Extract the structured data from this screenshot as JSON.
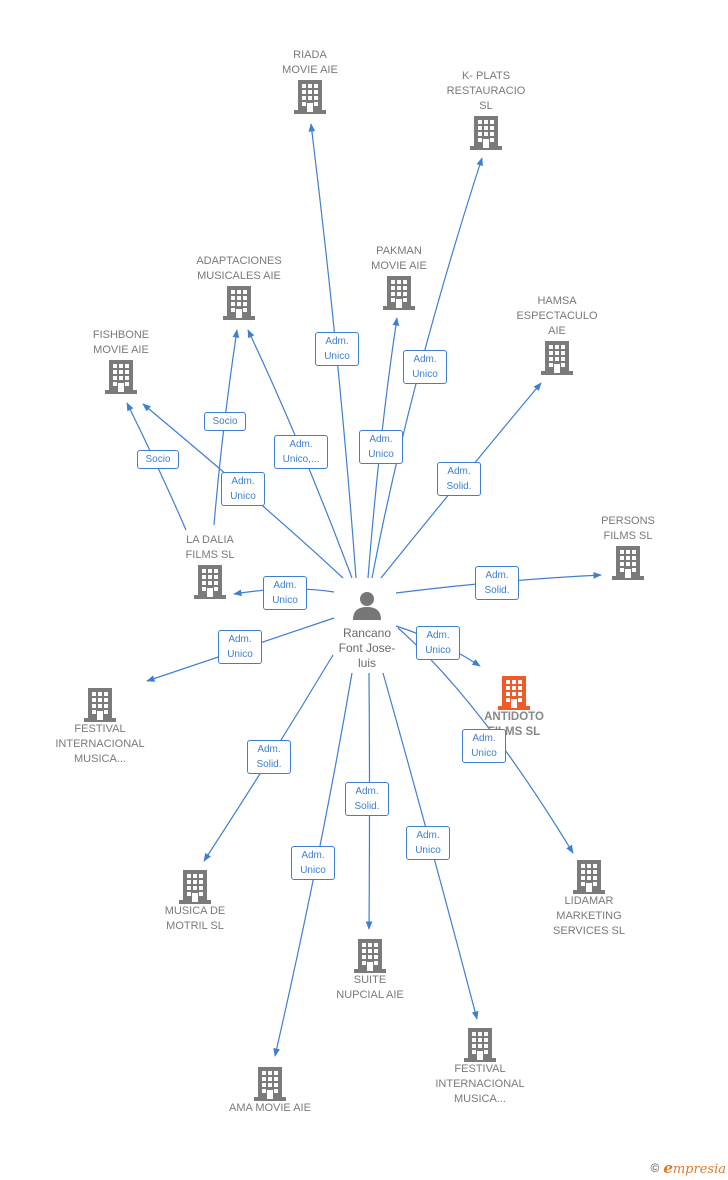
{
  "center": {
    "label": "Rancano\nFont Jose-\nluis"
  },
  "companies": [
    {
      "id": "riada",
      "label": "RIADA\nMOVIE AIE"
    },
    {
      "id": "kplats",
      "label": "K- PLATS\nRESTAURACIO\nSL"
    },
    {
      "id": "adaptaciones",
      "label": "ADAPTACIONES\nMUSICALES AIE"
    },
    {
      "id": "pakman",
      "label": "PAKMAN\nMOVIE AIE"
    },
    {
      "id": "hamsa",
      "label": "HAMSA\nESPECTACULO\nAIE"
    },
    {
      "id": "fishbone",
      "label": "FISHBONE\nMOVIE AIE"
    },
    {
      "id": "ladalia",
      "label": "LA DALIA\nFILMS  SL"
    },
    {
      "id": "persons",
      "label": "PERSONS\nFILMS  SL"
    },
    {
      "id": "antidoto",
      "label": "ANTIDOTO\nFILMS  SL"
    },
    {
      "id": "festival1",
      "label": "FESTIVAL\nINTERNACIONAL\nMUSICA..."
    },
    {
      "id": "lidamar",
      "label": "LIDAMAR\nMARKETING\nSERVICES  SL"
    },
    {
      "id": "musicamotril",
      "label": "MUSICA DE\nMOTRIL  SL"
    },
    {
      "id": "suite",
      "label": "SUITE\nNUPCIAL  AIE"
    },
    {
      "id": "festival2",
      "label": "FESTIVAL\nINTERNACIONAL\nMUSICA..."
    },
    {
      "id": "ama",
      "label": "AMA MOVIE  AIE"
    }
  ],
  "relations": [
    {
      "id": "r-riada",
      "label": "Adm.\nUnico"
    },
    {
      "id": "r-kplats",
      "label": "Adm.\nUnico"
    },
    {
      "id": "r-adaptaciones",
      "label": "Adm.\nUnico,..."
    },
    {
      "id": "r-pakman",
      "label": "Adm.\nUnico"
    },
    {
      "id": "r-hamsa",
      "label": "Adm.\nSolid."
    },
    {
      "id": "r-fishbone",
      "label": "Adm.\nUnico"
    },
    {
      "id": "r-ladalia-adapt",
      "label": "Socio"
    },
    {
      "id": "r-ladalia-fish",
      "label": "Socio"
    },
    {
      "id": "r-ladalia",
      "label": "Adm.\nUnico"
    },
    {
      "id": "r-persons",
      "label": "Adm.\nSolid."
    },
    {
      "id": "r-antidoto",
      "label": "Adm.\nUnico"
    },
    {
      "id": "r-festival1",
      "label": "Adm.\nUnico"
    },
    {
      "id": "r-lidamar",
      "label": "Adm.\nUnico"
    },
    {
      "id": "r-musicamotril",
      "label": "Adm.\nSolid."
    },
    {
      "id": "r-suite",
      "label": "Adm.\nSolid."
    },
    {
      "id": "r-festival2",
      "label": "Adm.\nUnico"
    },
    {
      "id": "r-ama",
      "label": "Adm.\nUnico"
    }
  ],
  "credit": {
    "symbol": "©",
    "brand_initial": "e",
    "brand_rest": "mpresia"
  },
  "colors": {
    "edge": "#3e7fd1",
    "building": "#7b7b7b",
    "highlight": "#f05a28",
    "person": "#777777"
  }
}
